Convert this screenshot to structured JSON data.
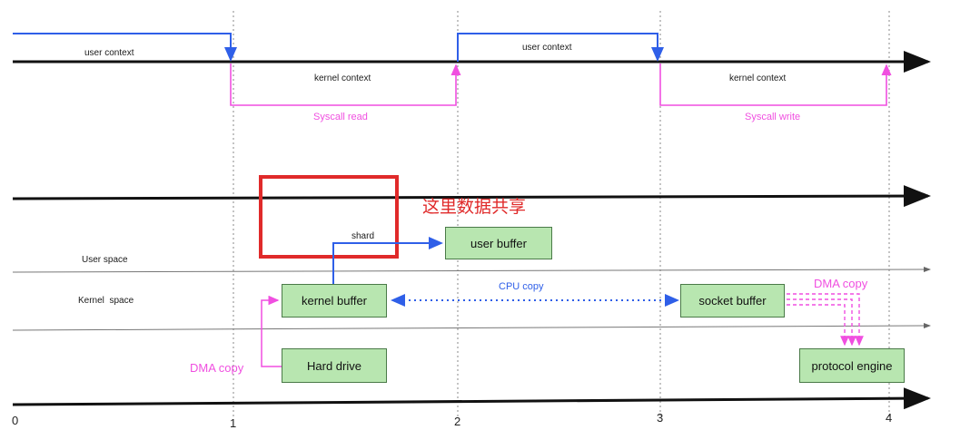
{
  "timeline": {
    "ticks": [
      "0",
      "1",
      "2",
      "3",
      "4"
    ],
    "segments": [
      {
        "label": "user context"
      },
      {
        "label": "kernel context"
      },
      {
        "label": "user context"
      },
      {
        "label": "kernel context"
      }
    ],
    "syscalls": [
      "Syscall read",
      "Syscall write"
    ]
  },
  "spaces": {
    "user": "User space",
    "kernel": "Kernel  space"
  },
  "boxes": {
    "user_buffer": "user buffer",
    "kernel_buffer": "kernel buffer",
    "socket_buffer": "socket buffer",
    "hard_drive": "Hard drive",
    "protocol_engine": "protocol engine"
  },
  "arrows": {
    "shard": "shard",
    "cpu_copy": "CPU copy",
    "dma_copy_left": "DMA copy",
    "dma_copy_right": "DMA copy"
  },
  "annotation": {
    "text": "这里数据共享"
  },
  "colors": {
    "context_line": "#2f5fe8",
    "syscall_line": "#f04fe0",
    "box_fill": "#b8e6b0",
    "highlight": "#e02a2a"
  }
}
